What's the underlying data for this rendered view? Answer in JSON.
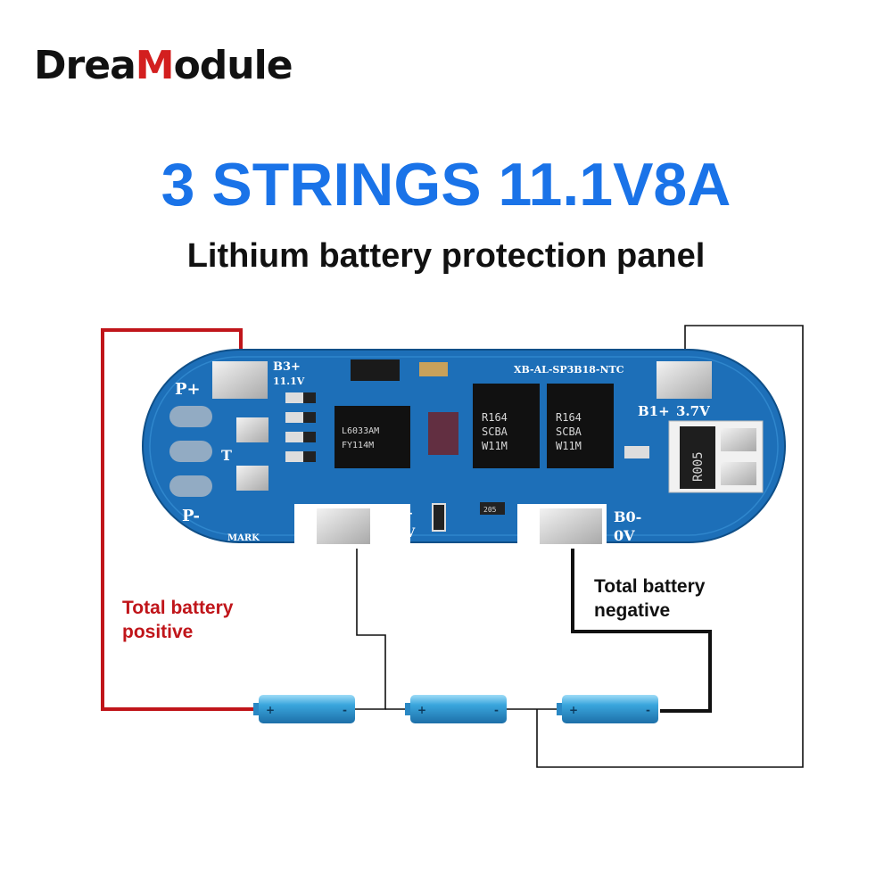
{
  "brand": {
    "part1": "Drea",
    "part2": "M",
    "part3": "odule"
  },
  "headline": "3 STRINGS 11.1V8A",
  "subline": "Lithium battery protection panel",
  "captions": {
    "positive_line1": "Total battery",
    "positive_line2": "positive",
    "negative_line1": "Total battery",
    "negative_line2": "negative"
  },
  "pcb_labels": {
    "p_plus": "P+",
    "t": "T",
    "p_minus": "P-",
    "mark": "MARK",
    "b3": "B3+",
    "b3_v": "11.1V",
    "b2": "B2+",
    "b2_v": "7.4V",
    "b1": "B1+",
    "b1_v": "3.7V",
    "b0": "B0-",
    "b0_v": "0V",
    "board_id": "XB-AL-SP3B18-NTC",
    "ic": "L6033AM",
    "ic2": "FY114M",
    "mosfet_a": [
      "R164",
      "SCBA",
      "W11M"
    ],
    "mosfet_b": [
      "R164",
      "SCBA",
      "W11M"
    ],
    "shunt": "R005",
    "res_205": "205"
  },
  "cells": [
    {
      "id": "cell-1",
      "plus": "+",
      "minus": "-"
    },
    {
      "id": "cell-2",
      "plus": "+",
      "minus": "-"
    },
    {
      "id": "cell-3",
      "plus": "+",
      "minus": "-"
    }
  ],
  "colors": {
    "headline": "#1a73e8",
    "brand_accent": "#d31f1f",
    "positive_wire": "#c0151a",
    "negative_wire": "#111111",
    "pcb": "#1d6fb8",
    "cell": "#3aa6dd"
  }
}
